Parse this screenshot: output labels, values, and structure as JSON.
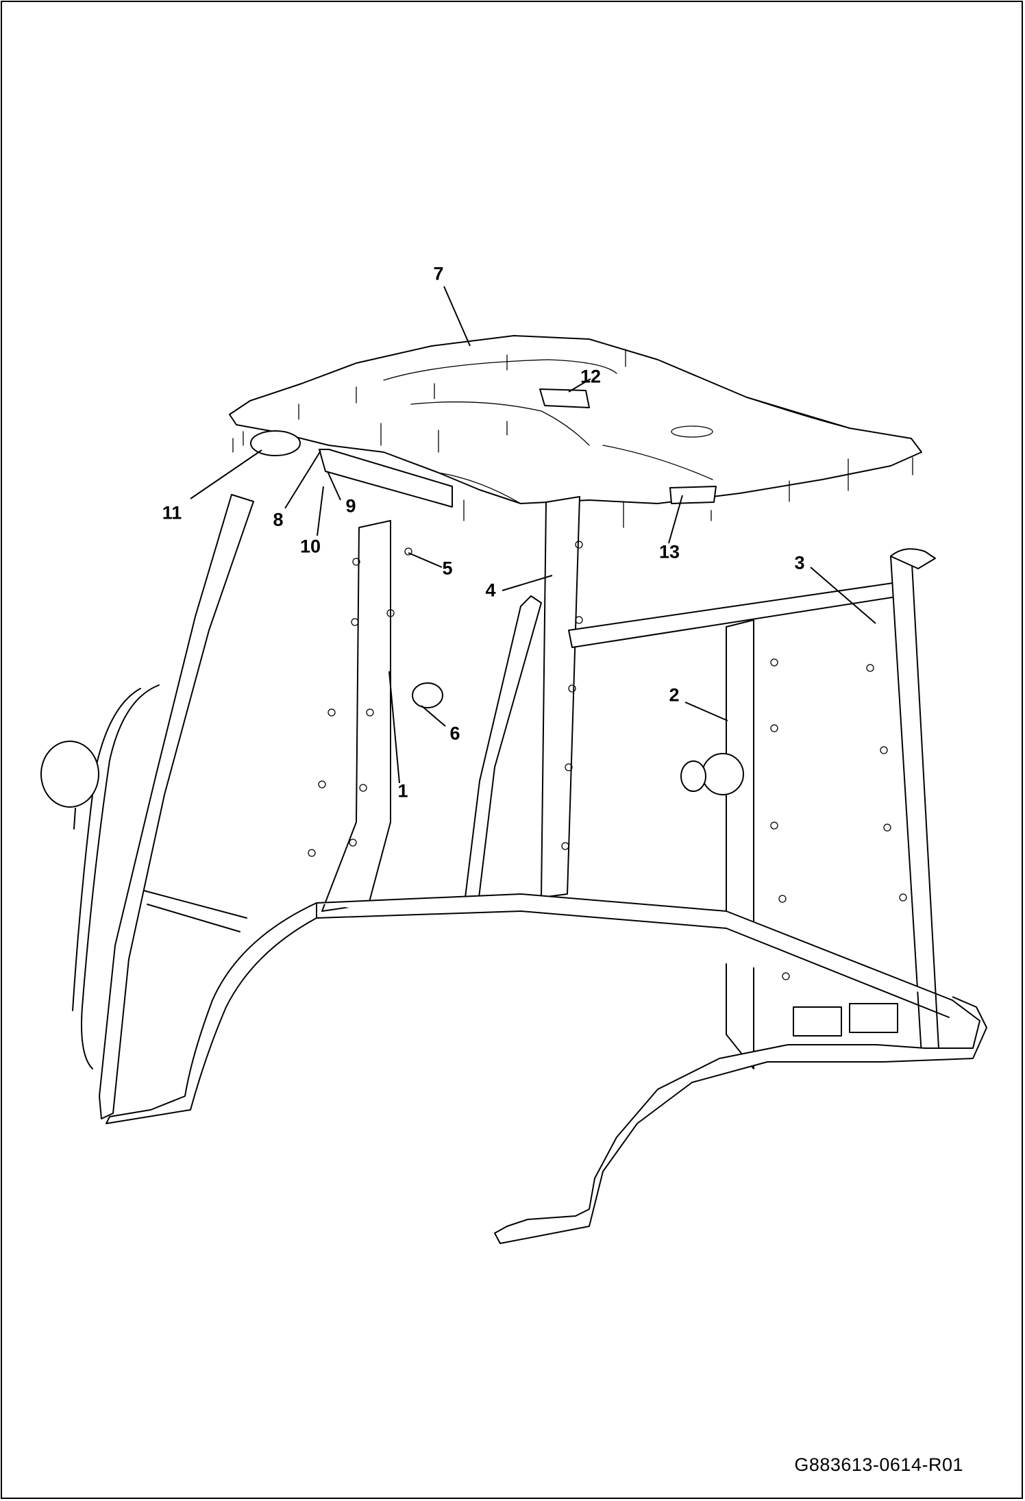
{
  "callouts": {
    "c1": "1",
    "c2": "2",
    "c3": "3",
    "c4": "4",
    "c5": "5",
    "c6": "6",
    "c7": "7",
    "c8": "8",
    "c9": "9",
    "c10": "10",
    "c11": "11",
    "c12": "12",
    "c13": "13"
  },
  "drawing_code": "G883613-0614-R01"
}
